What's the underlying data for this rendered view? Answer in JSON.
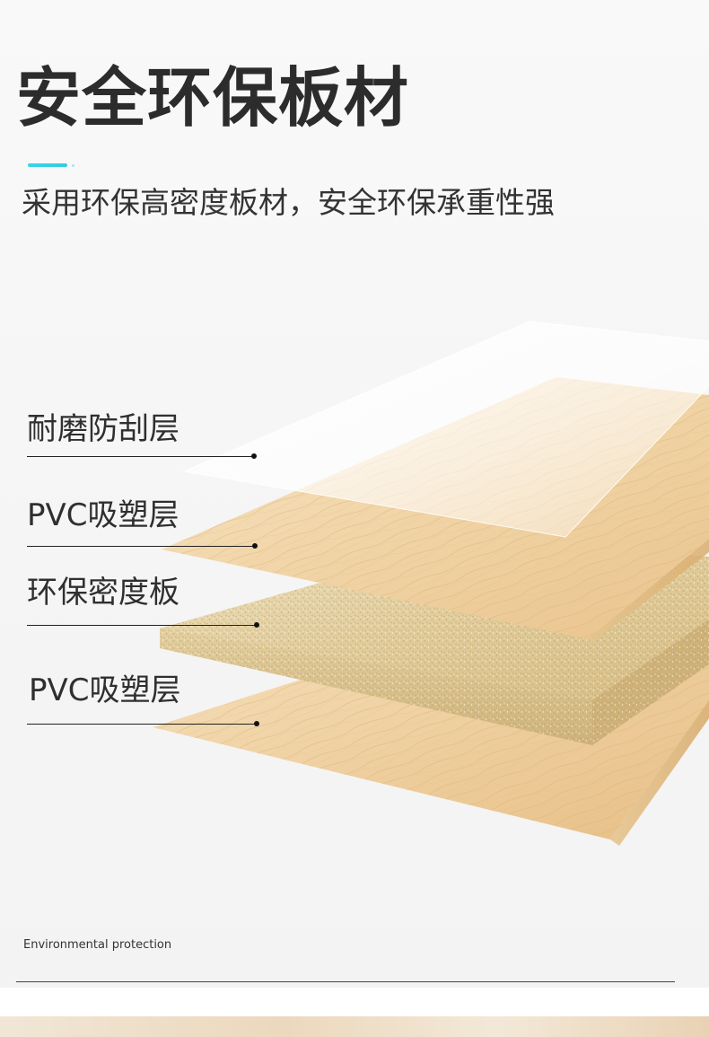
{
  "header": {
    "title": "安全环保板材",
    "subtitle": "采用环保高密度板材，安全环保承重性强"
  },
  "layers": [
    {
      "label": "耐磨防刮层"
    },
    {
      "label": "PVC吸塑层"
    },
    {
      "label": "环保密度板"
    },
    {
      "label": "PVC吸塑层"
    }
  ],
  "footer": {
    "caption": "Environmental protection"
  },
  "colors": {
    "accent": "#35d6ea",
    "wood_light": "#f3dcb6",
    "wood_mid": "#e9c48e",
    "particle_board": "#e2cfa0",
    "title_text": "#2c2c2c"
  }
}
